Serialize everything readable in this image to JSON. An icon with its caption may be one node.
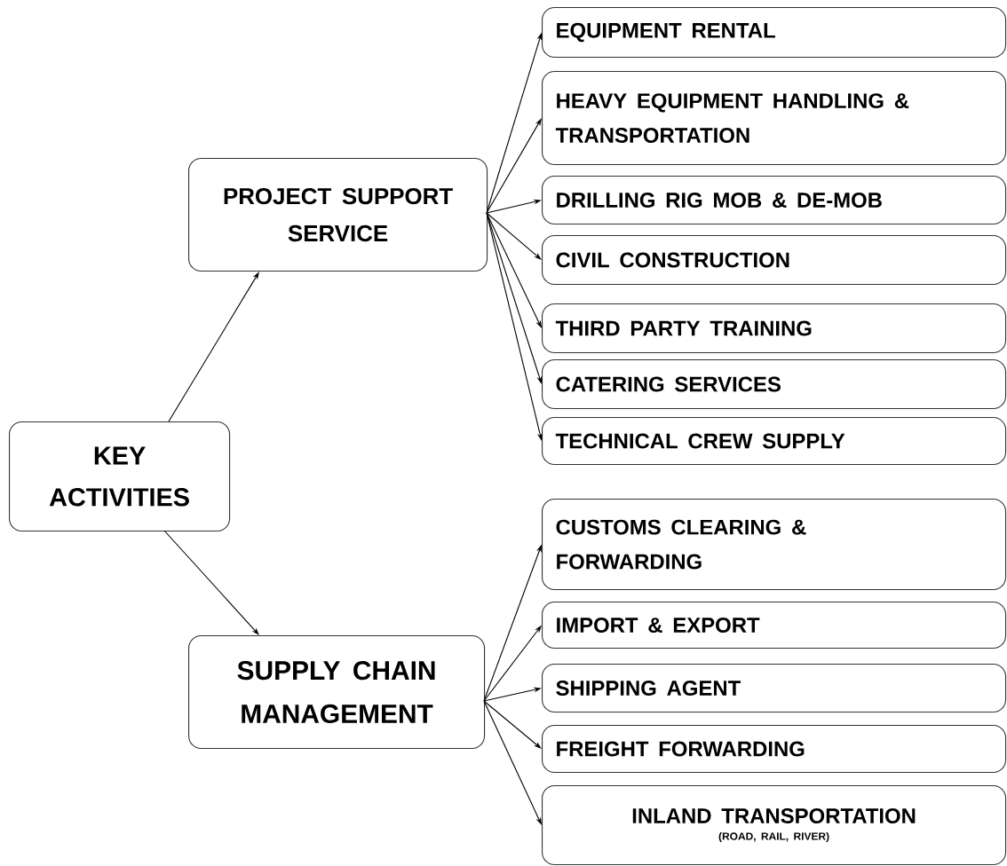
{
  "diagram": {
    "nodes": [
      {
        "text": [
          "KEY ACTIVITIES"
        ]
      },
      {
        "text": [
          "PROJECT SUPPORT SERVICE"
        ]
      },
      {
        "text": [
          "SUPPLY CHAIN MANAGEMENT"
        ]
      },
      {
        "text": [
          "EQUIPMENT RENTAL"
        ]
      },
      {
        "text": [
          "HEAVY EQUIPMENT HANDLING & TRANSPORTATION"
        ]
      },
      {
        "text": [
          "DRILLING RIG MOB & DE-MOB"
        ]
      },
      {
        "text": [
          "CIVIL CONSTRUCTION"
        ]
      },
      {
        "text": [
          "THIRD PARTY TRAINING"
        ]
      },
      {
        "text": [
          "CATERING SERVICES"
        ]
      },
      {
        "text": [
          "TECHNICAL CREW SUPPLY"
        ]
      },
      {
        "text": [
          "CUSTOMS CLEARING & FORWARDING"
        ]
      },
      {
        "text": [
          "IMPORT & EXPORT"
        ]
      },
      {
        "text": [
          "SHIPPING AGENT"
        ]
      },
      {
        "text": [
          "FREIGHT FORWARDING"
        ]
      },
      {
        "text": [
          "INLAND TRANSPORTATION",
          "(ROAD, RAIL, RIVER)"
        ]
      }
    ],
    "edges": [
      {
        "from": 0,
        "to": 1,
        "arrow": "to"
      },
      {
        "from": 0,
        "to": 2,
        "arrow": "to"
      },
      {
        "from": 1,
        "to": 3,
        "arrow": "to"
      },
      {
        "from": 1,
        "to": 4,
        "arrow": "to"
      },
      {
        "from": 1,
        "to": 5,
        "arrow": "to"
      },
      {
        "from": 1,
        "to": 6,
        "arrow": "to"
      },
      {
        "from": 1,
        "to": 7,
        "arrow": "to"
      },
      {
        "from": 1,
        "to": 8,
        "arrow": "to"
      },
      {
        "from": 1,
        "to": 9,
        "arrow": "to"
      },
      {
        "from": 2,
        "to": 10,
        "arrow": "to"
      },
      {
        "from": 2,
        "to": 11,
        "arrow": "to"
      },
      {
        "from": 2,
        "to": 12,
        "arrow": "to"
      },
      {
        "from": 2,
        "to": 13,
        "arrow": "to"
      },
      {
        "from": 2,
        "to": 14,
        "arrow": "to"
      }
    ]
  }
}
